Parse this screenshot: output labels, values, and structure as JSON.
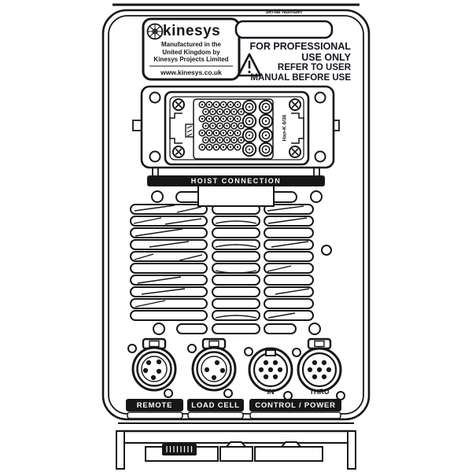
{
  "brand": {
    "name": "kinesys",
    "made_in": {
      "line1": "Manufactured in the",
      "line2": "United Kingdom by",
      "line3": "Kinesys Projects Limited"
    },
    "website": "www.kinesys.co.uk"
  },
  "serial": {
    "label": "Serial Number",
    "value": ""
  },
  "warning": {
    "line1": "FOR PROFESSIONAL",
    "line2": "USE ONLY",
    "line3": "REFER TO USER",
    "line4": "MANUAL BEFORE USE"
  },
  "hoist": {
    "label": "HOIST CONNECTION",
    "marking": "Han-K 6/36"
  },
  "ports": {
    "remote": {
      "label": "REMOTE",
      "pins": 5
    },
    "load_cell": {
      "label": "LOAD CELL",
      "pins": 4
    },
    "control_power": {
      "label": "CONTROL / POWER",
      "in_label": "IN",
      "thru_label": "THRU",
      "pins_each": 7
    }
  },
  "colors": {
    "ink": "#161616",
    "paper": "#ffffff",
    "label_bar": "#161616",
    "label_text": "#ffffff"
  }
}
